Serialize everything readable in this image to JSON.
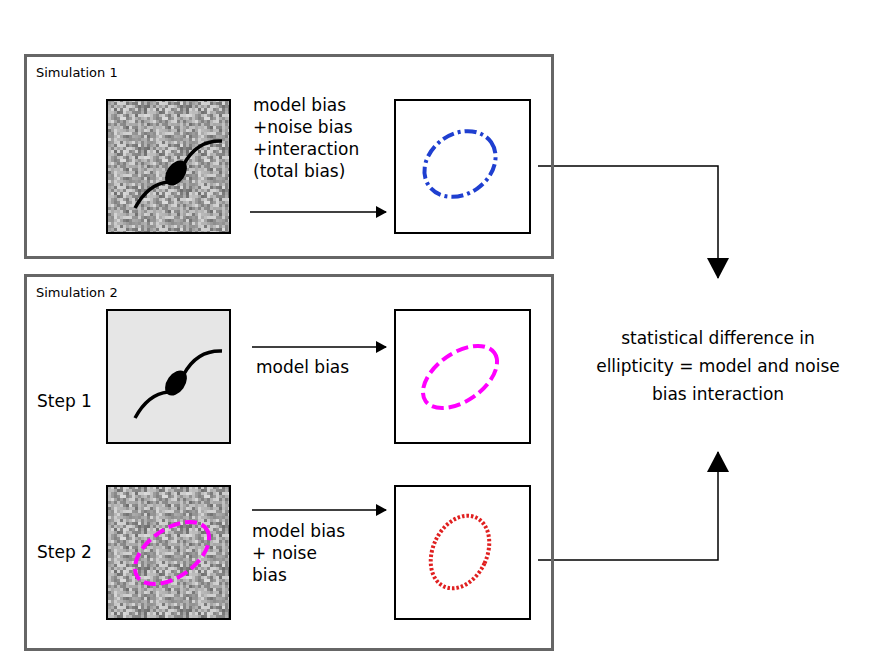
{
  "diagram": {
    "nodes": [
      {
        "text": [
          "Simulation 1"
        ]
      },
      {
        "text": [
          "Simulation 2"
        ]
      }
    ],
    "labels": [
      "model bias +noise bias +interaction (total bias)",
      "statistical difference in ellipticity = model and noise bias interaction",
      "Step 1",
      "model bias",
      "Step 2",
      "model bias + noise bias"
    ]
  }
}
